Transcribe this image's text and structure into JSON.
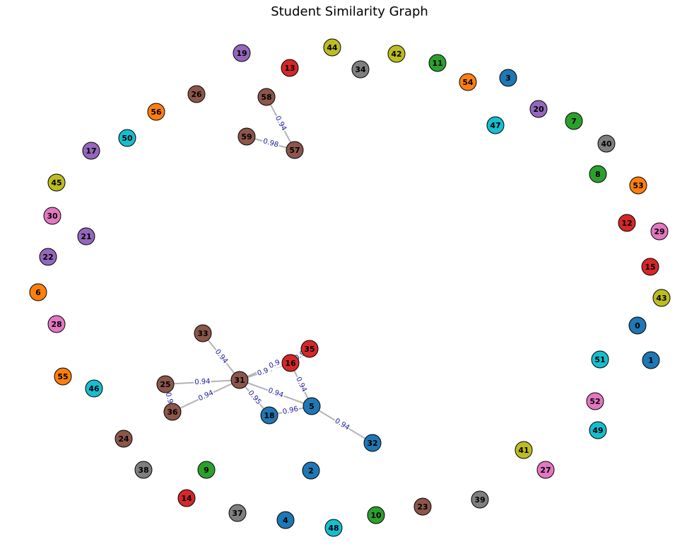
{
  "title": "Student Similarity Graph",
  "colors": {
    "blue": "#1f77b4",
    "orange": "#ff7f0e",
    "green": "#2ca02c",
    "red": "#d62728",
    "purple": "#9467bd",
    "brown": "#8c564b",
    "pink": "#e377c2",
    "gray": "#7f7f7f",
    "olive": "#bcbd22",
    "cyan": "#17becf",
    "edge": "#b3b3b3",
    "edge_label": "#1a1aa0"
  },
  "nodes": [
    {
      "id": "0",
      "color": "blue"
    },
    {
      "id": "1",
      "color": "blue"
    },
    {
      "id": "2",
      "color": "blue"
    },
    {
      "id": "3",
      "color": "blue"
    },
    {
      "id": "4",
      "color": "blue"
    },
    {
      "id": "5",
      "color": "blue"
    },
    {
      "id": "6",
      "color": "orange"
    },
    {
      "id": "7",
      "color": "green"
    },
    {
      "id": "8",
      "color": "green"
    },
    {
      "id": "9",
      "color": "green"
    },
    {
      "id": "10",
      "color": "green"
    },
    {
      "id": "11",
      "color": "green"
    },
    {
      "id": "12",
      "color": "red"
    },
    {
      "id": "13",
      "color": "red"
    },
    {
      "id": "14",
      "color": "red"
    },
    {
      "id": "15",
      "color": "red"
    },
    {
      "id": "16",
      "color": "red"
    },
    {
      "id": "17",
      "color": "purple"
    },
    {
      "id": "18",
      "color": "blue"
    },
    {
      "id": "19",
      "color": "purple"
    },
    {
      "id": "20",
      "color": "purple"
    },
    {
      "id": "21",
      "color": "purple"
    },
    {
      "id": "22",
      "color": "purple"
    },
    {
      "id": "23",
      "color": "brown"
    },
    {
      "id": "24",
      "color": "brown"
    },
    {
      "id": "25",
      "color": "brown"
    },
    {
      "id": "26",
      "color": "brown"
    },
    {
      "id": "27",
      "color": "pink"
    },
    {
      "id": "28",
      "color": "pink"
    },
    {
      "id": "29",
      "color": "pink"
    },
    {
      "id": "30",
      "color": "pink"
    },
    {
      "id": "31",
      "color": "brown"
    },
    {
      "id": "32",
      "color": "blue"
    },
    {
      "id": "33",
      "color": "brown"
    },
    {
      "id": "34",
      "color": "gray"
    },
    {
      "id": "35",
      "color": "red"
    },
    {
      "id": "36",
      "color": "brown"
    },
    {
      "id": "37",
      "color": "gray"
    },
    {
      "id": "38",
      "color": "gray"
    },
    {
      "id": "39",
      "color": "gray"
    },
    {
      "id": "40",
      "color": "gray"
    },
    {
      "id": "41",
      "color": "olive"
    },
    {
      "id": "42",
      "color": "olive"
    },
    {
      "id": "43",
      "color": "olive"
    },
    {
      "id": "44",
      "color": "olive"
    },
    {
      "id": "45",
      "color": "olive"
    },
    {
      "id": "46",
      "color": "cyan"
    },
    {
      "id": "47",
      "color": "cyan"
    },
    {
      "id": "48",
      "color": "cyan"
    },
    {
      "id": "49",
      "color": "cyan"
    },
    {
      "id": "50",
      "color": "cyan"
    },
    {
      "id": "51",
      "color": "cyan"
    },
    {
      "id": "52",
      "color": "pink"
    },
    {
      "id": "53",
      "color": "orange"
    },
    {
      "id": "54",
      "color": "orange"
    },
    {
      "id": "55",
      "color": "orange"
    },
    {
      "id": "56",
      "color": "orange"
    },
    {
      "id": "57",
      "color": "brown"
    },
    {
      "id": "58",
      "color": "brown"
    },
    {
      "id": "59",
      "color": "brown"
    }
  ],
  "edges": [
    {
      "source": "58",
      "target": "57",
      "weight": "0.94"
    },
    {
      "source": "59",
      "target": "57",
      "weight": "0.98"
    },
    {
      "source": "33",
      "target": "31",
      "weight": "0.94"
    },
    {
      "source": "25",
      "target": "31",
      "weight": "0.94"
    },
    {
      "source": "36",
      "target": "31",
      "weight": "0.94"
    },
    {
      "source": "25",
      "target": "36",
      "weight": "0.9"
    },
    {
      "source": "31",
      "target": "16",
      "weight": "0.94"
    },
    {
      "source": "31",
      "target": "35",
      "weight": "0.9"
    },
    {
      "source": "16",
      "target": "35",
      "weight": "0.9"
    },
    {
      "source": "31",
      "target": "18",
      "weight": "0.95"
    },
    {
      "source": "31",
      "target": "5",
      "weight": "0.94"
    },
    {
      "source": "16",
      "target": "5",
      "weight": "0.94"
    },
    {
      "source": "18",
      "target": "5",
      "weight": "0.96"
    },
    {
      "source": "5",
      "target": "32",
      "weight": "0.94"
    }
  ]
}
